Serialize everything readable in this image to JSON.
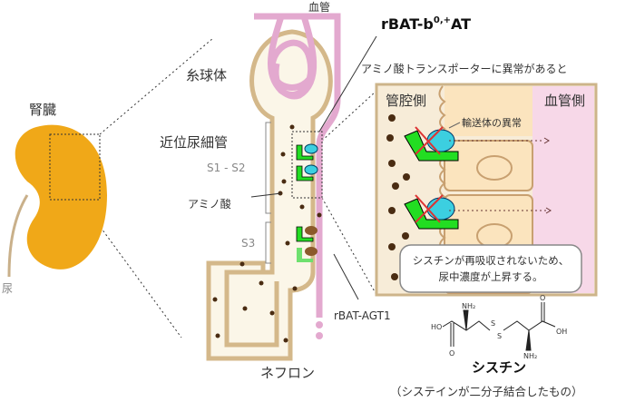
{
  "kidney": {
    "title": "腎臓",
    "urine": "尿"
  },
  "nephron": {
    "blood_vessel": "血管",
    "glomerulus": "糸球体",
    "proximal_tubule": "近位尿細管",
    "segment_s1_s2": "S1 - S2",
    "segment_s3": "S3",
    "amino_acid": "アミノ酸",
    "transporter_1_main": "rBAT-b",
    "transporter_1_sup": "0,+",
    "transporter_1_tail": "AT",
    "transporter_2": "rBAT-AGT1",
    "title": "ネフロン"
  },
  "detail": {
    "heading": "アミノ酸トランスポーターに異常があると",
    "lumen_side": "管腔側",
    "blood_side": "血管側",
    "transporter_defect": "輸送体の異常",
    "note_line1": "シスチンが再吸収されないため、",
    "note_line2": "尿中濃度が上昇する。"
  },
  "cystine": {
    "name": "シスチン",
    "caption": "（システインが二分子結合したもの）",
    "atoms": {
      "nh2": "NH₂",
      "oh": "OH",
      "ho": "HO",
      "o": "O",
      "s": "S"
    }
  },
  "colors": {
    "kidney": "#f0a818",
    "tubule_outline": "#d4b88a",
    "tubule_fill": "#fbf6e8",
    "vessel": "#e3a9cf",
    "transporter_green": "#22dd22",
    "transporter_cyan": "#3ccfe0",
    "transporter_brown": "#8b5a2b",
    "dot": "#4a2c12"
  }
}
